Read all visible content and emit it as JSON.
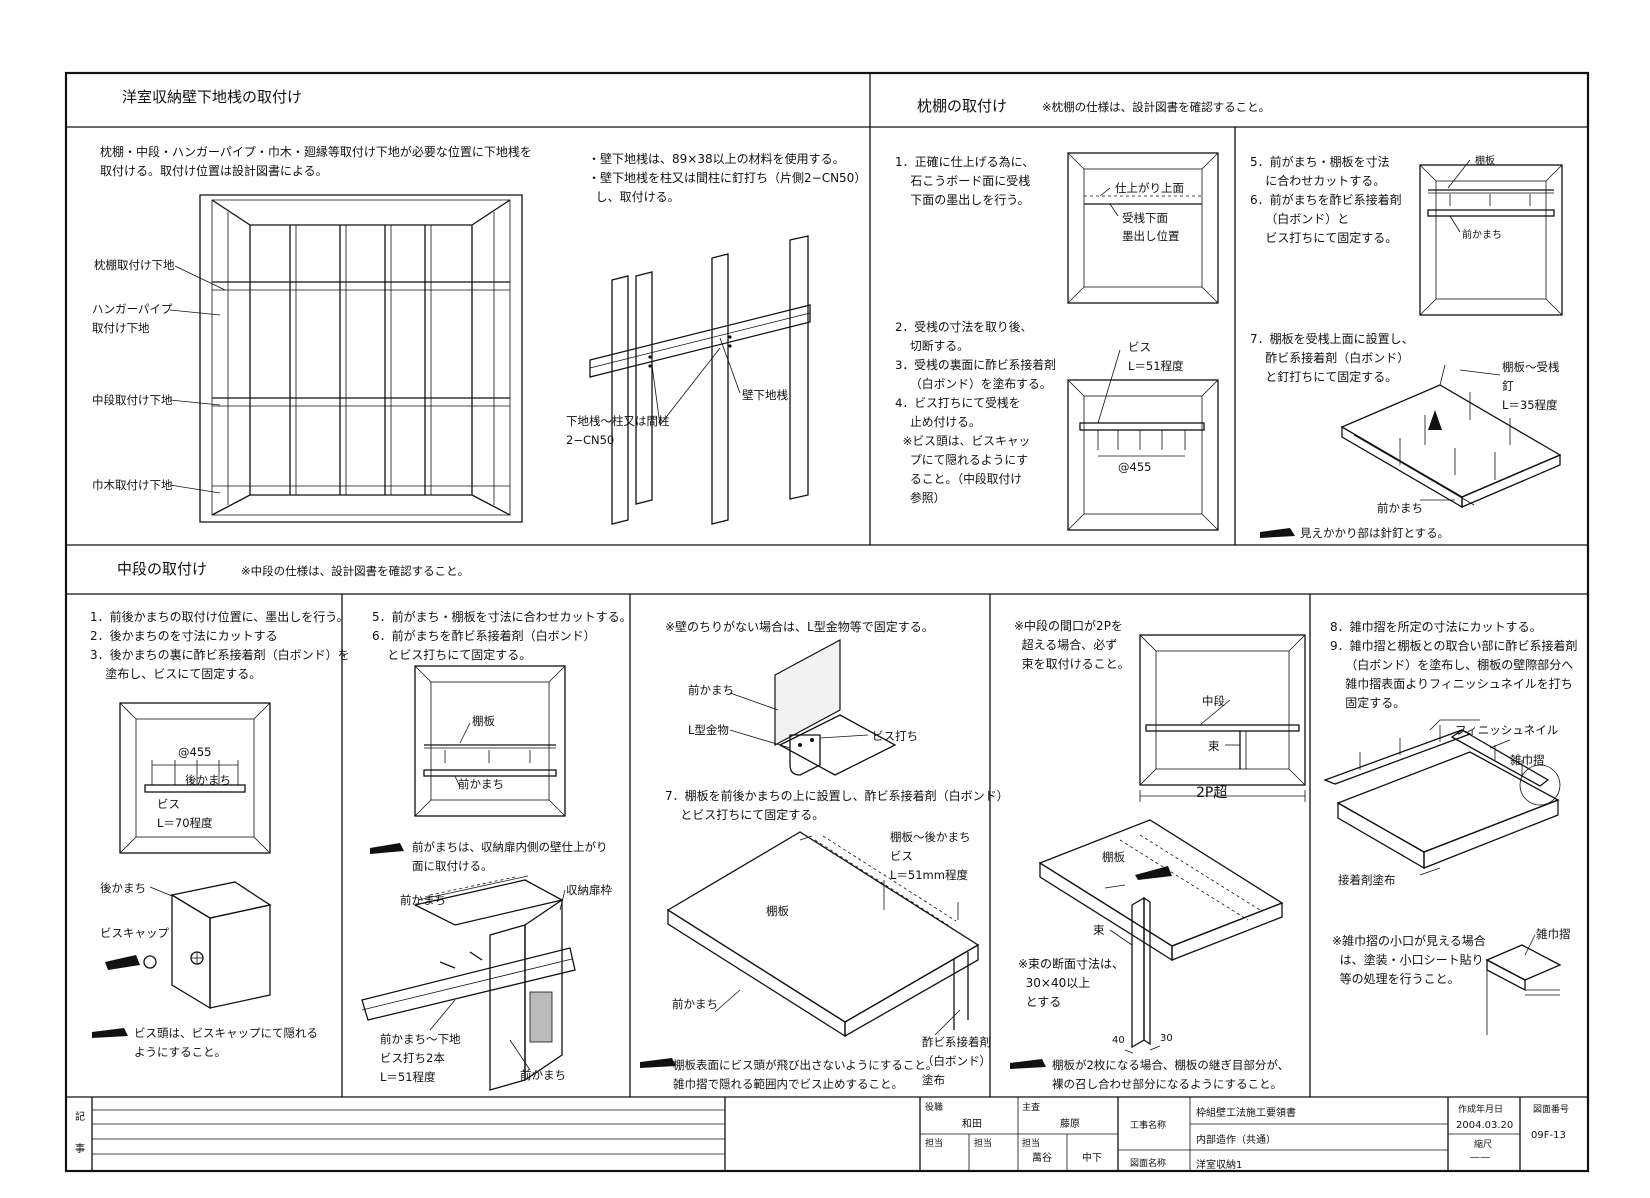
{
  "sec1": {
    "title": "洋室収納壁下地桟の取付け",
    "p1": "枕棚・中段・ハンガーパイプ・巾木・廻縁等取付け下地が必要な位置に下地桟を\n取付ける。取付け位置は設計図書による。",
    "labels": [
      "枕棚取付け下地",
      "ハンガーパイプ\n取付け下地",
      "中段取付け下地",
      "巾木取付け下地"
    ],
    "p2": "・壁下地桟は、89×38以上の材料を使用する。\n・壁下地桟を柱又は間柱に釘打ち（片側2−CN50）\n  し、取付ける。",
    "l_kabe": "壁下地桟",
    "l_kugi": "下地桟〜柱又は間柱\n2−CN50"
  },
  "sec2": {
    "title": "枕棚の取付け",
    "note": "※枕棚の仕様は、設計図書を確認すること。",
    "s1": "1．正確に仕上げる為に、\n    石こうボード面に受桟\n    下面の墨出しを行う。",
    "l_shiage": "仕上がり上面",
    "l_uke": "受桟下面\n墨出し位置",
    "s2": "2．受桟の寸法を取り後、\n    切断する。\n3．受桟の裏面に酢ビ系接着剤\n    （白ボンド）を塗布する。\n4．ビス打ちにて受桟を\n    止め付ける。\n  ※ビス頭は、ビスキャッ\n    プにて隠れるようにす\n    ること。（中段取付け\n    参照）",
    "l_bis": "ビス\nL＝51程度",
    "l_455": "@455",
    "s5": "5．前がまち・棚板を寸法\n    に合わせカットする。\n6．前がまちを酢ビ系接着剤\n    （白ボンド）と\n    ビス打ちにて固定する。",
    "l_tanaita": "棚板",
    "l_maekamachi": "前かまち",
    "s7": "7．棚板を受桟上面に設置し、\n    酢ビ系接着剤（白ボンド）\n    と釘打ちにて固定する。",
    "l_kugi35": "棚板〜受桟\n釘\nL＝35程度",
    "l_maek2": "前かまち",
    "hint": "見えかかり部は針釘とする。"
  },
  "sec3": {
    "title": "中段の取付け",
    "note": "※中段の仕様は、設計図書を確認すること。",
    "s1": "1．前後かまちの取付け位置に、墨出しを行う。\n2．後かまちのを寸法にカットする\n3．後かまちの裏に酢ビ系接着剤（白ボンド）を\n    塗布し、ビスにて固定する。",
    "l_455": "@455",
    "l_atok": "後かまち",
    "l_bis": "ビス\nL＝70程度",
    "l_atok2": "後かまち",
    "l_cap": "ビスキャップ",
    "hint1": "ビス頭は、ビスキャップにて隠れる\nようにすること。",
    "s5": "5．前がまち・棚板を寸法に合わせカットする。\n6．前がまちを酢ビ系接着剤（白ボンド）\n    とビス打ちにて固定する。",
    "l_tanaita": "棚板",
    "l_maek": "前かまち",
    "hint2": "前がまちは、収納扉内側の壁仕上がり\n面に取付ける。",
    "l_maek3": "前かまち",
    "l_tobira": "収納扉枠",
    "l_maek4": "前かまち〜下地\nビス打ち2本\nL＝51程度",
    "l_maek5": "前かまち",
    "s_wall": "※壁のちりがない場合は、L型金物等で固定する。",
    "l_maek6": "前かまち",
    "l_kanamono": "L型金物",
    "l_bisuchi": "ビス打ち",
    "s7": "7．棚板を前後かまちの上に設置し、酢ビ系接着剤（白ボンド）\n    とビス打ちにて固定する。",
    "l_tana_ato": "棚板〜後かまち\nビス\nL＝51mm程度",
    "l_tana": "棚板",
    "l_maek7": "前かまち",
    "l_setchaku": "酢ビ系接着剤\n（白ボンド）\n塗布",
    "hint3": "棚板表面にビス頭が飛び出さないようにすること。\n雑巾摺で隠れる範囲内でビス止めすること。",
    "s_2p": "※中段の間口が2Pを\n  超える場合、必ず\n  束を取付けること。",
    "l_chudan": "中段",
    "l_tsuka": "束",
    "l_2p": "2P超",
    "l_tana2": "棚板",
    "l_tsuka2": "束",
    "s_dan": "※束の断面寸法は、\n  30×40以上\n  とする",
    "l_40": "40",
    "l_30": "30",
    "hint4": "棚板が2枚になる場合、棚板の継ぎ目部分が、\n裸の召し合わせ部分になるようにすること。",
    "s8": "8．雑巾摺を所定の寸法にカットする。\n9．雑巾摺と棚板との取合い部に酢ビ系接着剤\n    （白ボンド）を塗布し、棚板の壁際部分へ\n    雑巾摺表面よりフィニッシュネイルを打ち\n    固定する。",
    "l_finish": "フィニッシュネイル",
    "l_zokin": "雑巾摺",
    "l_setchaku2": "接着剤塗布",
    "s_koguchi": "※雑巾摺の小口が見える場合\n  は、塗装・小口シート貼り\n  等の処理を行うこと。",
    "l_zokin2": "雑巾摺"
  },
  "titleblock": {
    "ki": "記",
    "ji": "事",
    "yakushoku1": "役職",
    "name1": "和田",
    "yakushoku2": "主査",
    "name2": "藤原",
    "tanto1": "担当",
    "tanto2": "担当",
    "tanto3": "担当",
    "name3": "萬谷",
    "name4": "中下",
    "koji_label": "工事名称",
    "koji1": "枠組壁工法施工要領書",
    "koji2": "内部造作（共通）",
    "zumen_label": "図面名称",
    "zumen": "洋室収納1",
    "date_label": "作成年月日",
    "date": "2004.03.20",
    "scale_label": "縮尺",
    "scale": "——",
    "no_label": "図面番号",
    "no": "09F-13"
  }
}
